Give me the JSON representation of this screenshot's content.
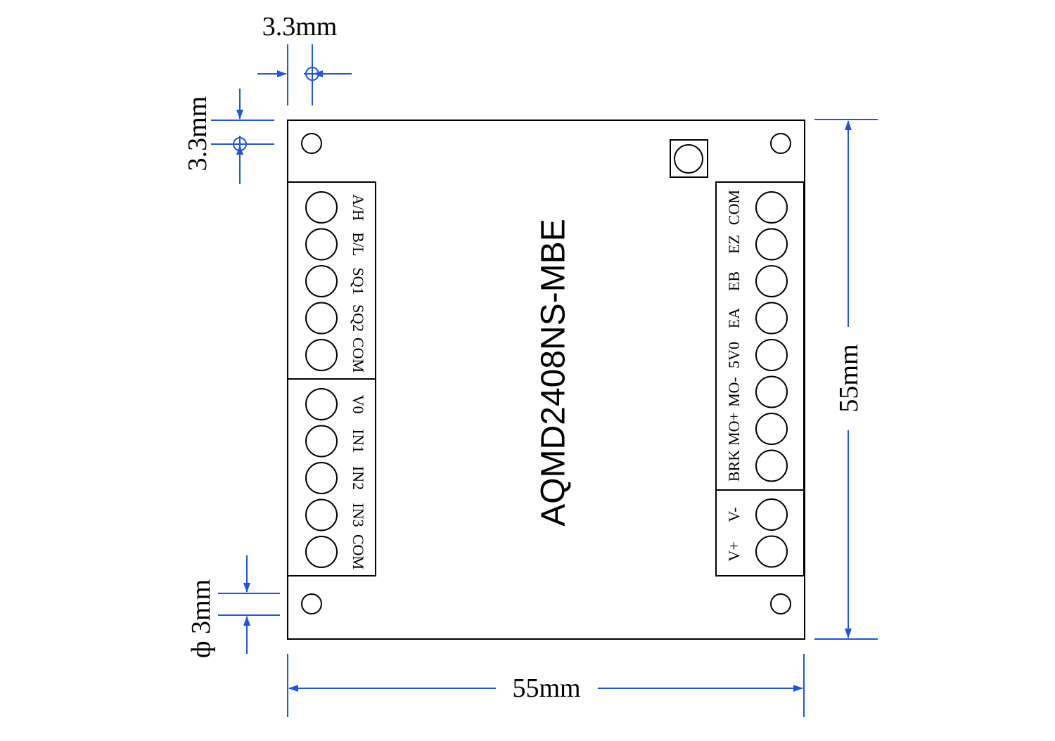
{
  "board": {
    "model": "AQMD2408NS-MBE"
  },
  "dimensions": {
    "hole_offset_x": "3.3mm",
    "hole_offset_y": "3.3mm",
    "hole_diameter": "ф 3mm",
    "width": "55mm",
    "height": "55mm"
  },
  "left_terminal_top": [
    "A/H",
    "B/L",
    "SQ1",
    "SQ2",
    "COM"
  ],
  "left_terminal_bottom": [
    "V0",
    "IN1",
    "IN2",
    "IN3",
    "COM"
  ],
  "right_terminal_top": [
    "COM",
    "EZ",
    "EB",
    "EA",
    "5V0",
    "MO-",
    "MO+",
    "BRK"
  ],
  "right_terminal_power": [
    "V-",
    "V+"
  ],
  "colors": {
    "dimension_lines": "#2255dd",
    "outline": "#000000"
  }
}
